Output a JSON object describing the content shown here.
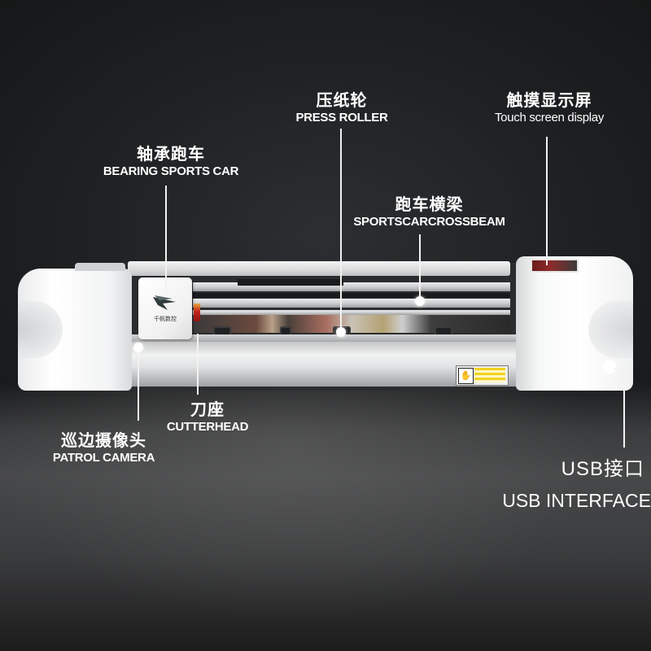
{
  "image": {
    "subject": "Film cutting plotter machine with annotated parts",
    "colors": {
      "background": "#1d1f21",
      "floor": "#474849",
      "label_text": "#ffffff",
      "leader_line": "#f2f2f2",
      "machine_body": "#f5f6f6",
      "cutter_red": "#c2231d"
    }
  },
  "labels": {
    "press_roller": {
      "cn": "压纸轮",
      "en": "PRESS ROLLER"
    },
    "touch_screen": {
      "cn": "触摸显示屏",
      "en": "Touch screen display"
    },
    "bearing_car": {
      "cn": "轴承跑车",
      "en": "BEARING SPORTS CAR"
    },
    "crossbeam": {
      "cn": "跑车横梁",
      "en": "SPORTSCARCROSSBEAM"
    },
    "cutterhead": {
      "cn": "刀座",
      "en": "CUTTERHEAD"
    },
    "patrol_camera": {
      "cn": "巡边摄像头",
      "en": "PATROL CAMERA"
    },
    "usb": {
      "cn": "USB接口",
      "en": "USB INTERFACE"
    }
  },
  "machine": {
    "carriage_brand": "千帆数控",
    "warning_pictogram": "✋"
  }
}
